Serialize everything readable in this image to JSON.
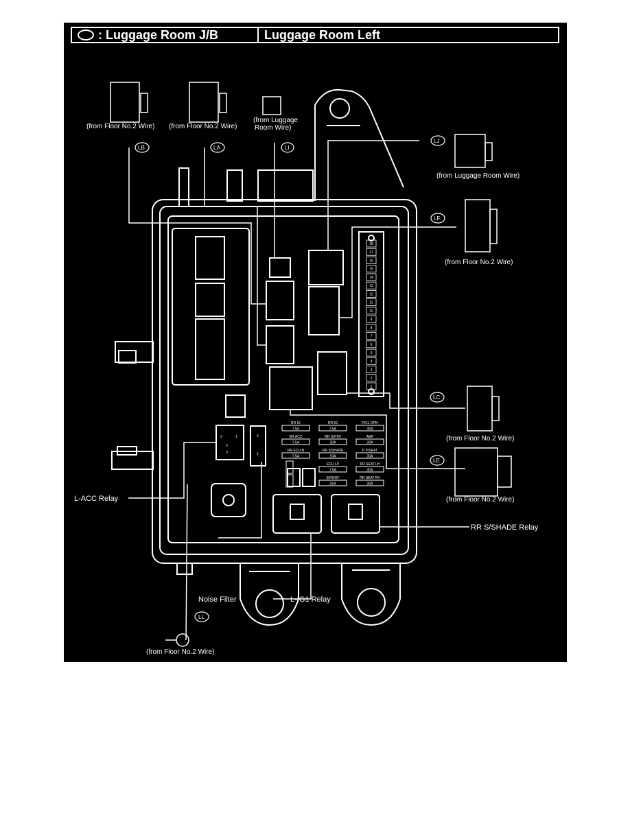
{
  "header": {
    "left_title": ": Luggage Room J/B",
    "right_title": "Luggage Room Left"
  },
  "connectors": {
    "lb": {
      "tag": "LB",
      "label": "(from Floor No.2 Wire)"
    },
    "la": {
      "tag": "LA",
      "label": "(from Floor No.2 Wire)"
    },
    "li": {
      "tag": "LI",
      "label_line1": "(from Luggage",
      "label_line2": "Room Wire)"
    },
    "lj": {
      "tag": "LJ",
      "label": "(from Luggage Room Wire)"
    },
    "lf": {
      "tag": "LF",
      "label": "(from Floor No.2 Wire)"
    },
    "lc": {
      "tag": "LC",
      "label": "(from Floor No.2 Wire)"
    },
    "le": {
      "tag": "LE",
      "label": "(from Floor No.2 Wire)"
    },
    "ll": {
      "tag": "LL",
      "label": "(from Floor No.2 Wire)"
    }
  },
  "callouts": {
    "lacc_relay": "L-ACC Relay",
    "noise_filter": "Noise Filter",
    "lig1_relay": "L-IG1 Relay",
    "rr_sshade_relay": "RR S/SHADE Relay"
  },
  "fuses": [
    {
      "name": "RR IG",
      "amp": "7.5A"
    },
    {
      "name": "RR-IG",
      "amp": "7.5A"
    },
    {
      "name": "P/CL OPN",
      "amp": "40A"
    },
    {
      "name": "RR ACC",
      "amp": "7.5A"
    },
    {
      "name": "RR S/HTR",
      "amp": "20A"
    },
    {
      "name": "AMP",
      "amp": "30A"
    },
    {
      "name": "RR ECU-B",
      "amp": "7.5A"
    },
    {
      "name": "RR S/SHADE",
      "amp": "10A"
    },
    {
      "name": "P P/SEAT",
      "amp": "30A"
    },
    {
      "name": "",
      "amp": ""
    },
    {
      "name": "ECU LP",
      "amp": "7.5A"
    },
    {
      "name": "RR SEAT LH",
      "amp": "30A"
    },
    {
      "name": "",
      "amp": ""
    },
    {
      "name": "S/ROOF",
      "amp": "25A"
    },
    {
      "name": "RR SEAT RH",
      "amp": "30A"
    }
  ],
  "noise_filter_pins": [
    "2",
    "1"
  ],
  "lacc_relay_pins": [
    "2",
    "1",
    "5",
    "3"
  ],
  "lf_terminal_numbers": [
    "18",
    "17",
    "16",
    "15",
    "14",
    "13",
    "12",
    "11",
    "10",
    "9",
    "8",
    "7",
    "6",
    "5",
    "4",
    "3",
    "2",
    "1"
  ]
}
